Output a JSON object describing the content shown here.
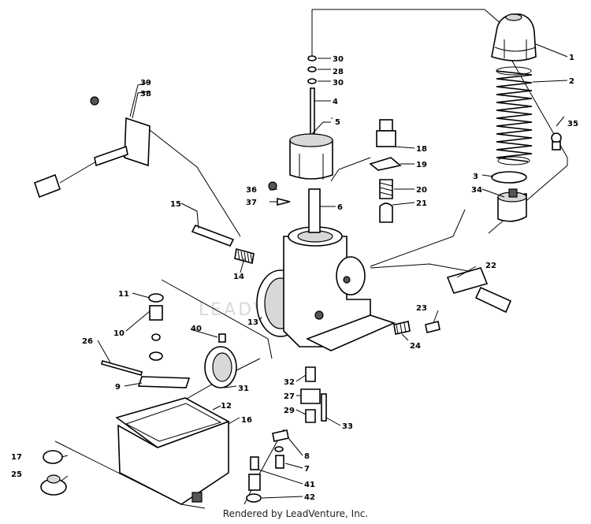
{
  "watermark": "LEADVENTURE",
  "credit": "Rendered by LeadVenture, Inc.",
  "callouts": [
    "1",
    "2",
    "3",
    "4",
    "5",
    "6",
    "7",
    "8",
    "9",
    "10",
    "11",
    "12",
    "13",
    "14",
    "15",
    "16",
    "17",
    "18",
    "19",
    "20",
    "21",
    "22",
    "23",
    "24",
    "25",
    "26",
    "27",
    "28",
    "29",
    "30",
    "30",
    "31",
    "32",
    "33",
    "34",
    "35",
    "36",
    "37",
    "38",
    "39",
    "40",
    "41",
    "42"
  ]
}
